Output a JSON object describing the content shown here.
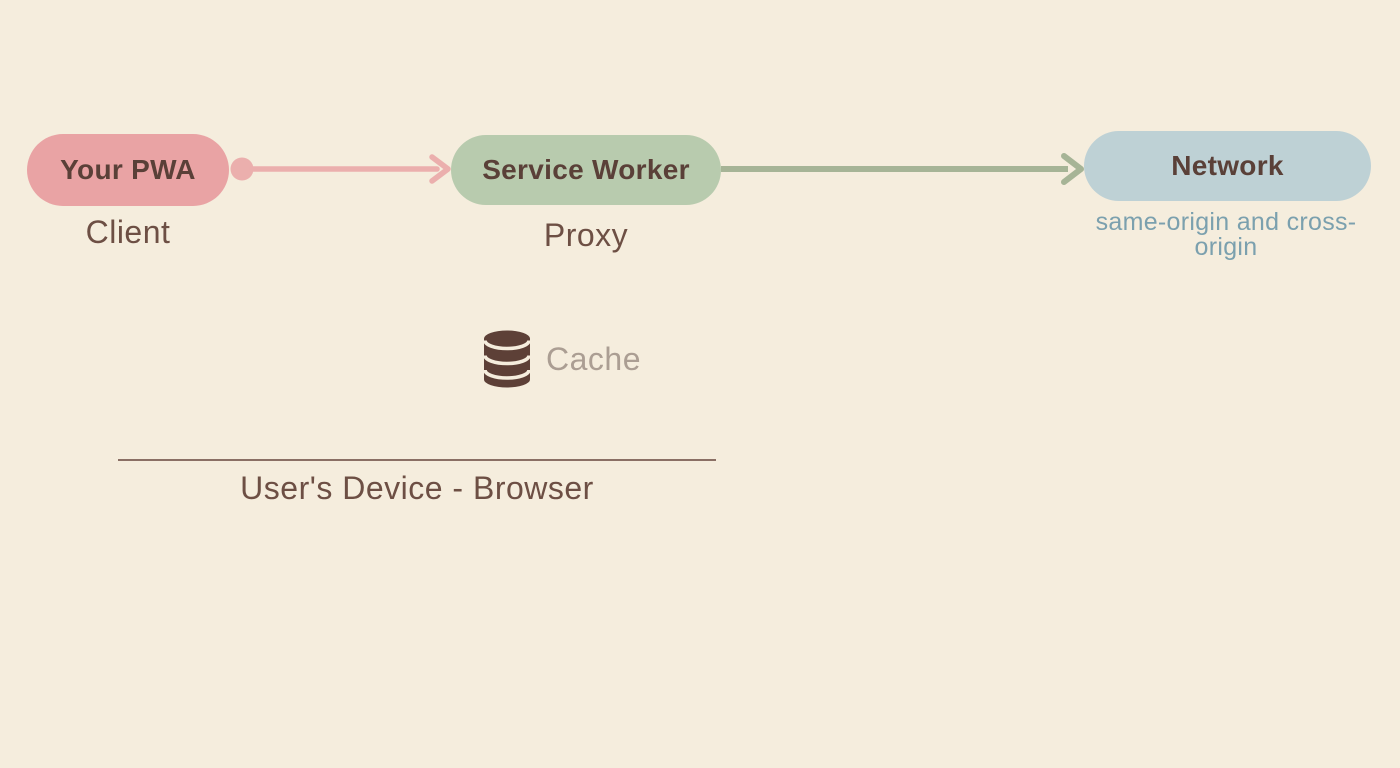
{
  "colors": {
    "background": "#f5eddd",
    "pwa_pill": "#e9a3a4",
    "pwa_arrow": "#ebafad",
    "service_worker_pill": "#b8cbae",
    "network_arrow": "#a6b496",
    "network_pill": "#bed1d5",
    "pill_text": "#5a4038",
    "label_text": "#6d4f44",
    "network_sublabel": "#7ba0ae",
    "cache_icon": "#5d4037",
    "cache_label": "#ab9e93",
    "boundary_line": "#8a6f64"
  },
  "nodes": {
    "pwa": {
      "label": "Your PWA",
      "sublabel": "Client"
    },
    "service_worker": {
      "label": "Service Worker",
      "sublabel": "Proxy"
    },
    "network": {
      "label": "Network",
      "sublabel": "same-origin and cross-origin"
    }
  },
  "edges": [
    {
      "from": "Your PWA",
      "to": "Service Worker",
      "color": "#ebafad",
      "style": "dot tail, arrowhead"
    },
    {
      "from": "Service Worker",
      "to": "Network",
      "color": "#a6b496",
      "style": "arrowhead"
    }
  ],
  "cache": {
    "icon": "database-icon",
    "label": "Cache"
  },
  "device_boundary": {
    "label": "User's Device - Browser"
  }
}
